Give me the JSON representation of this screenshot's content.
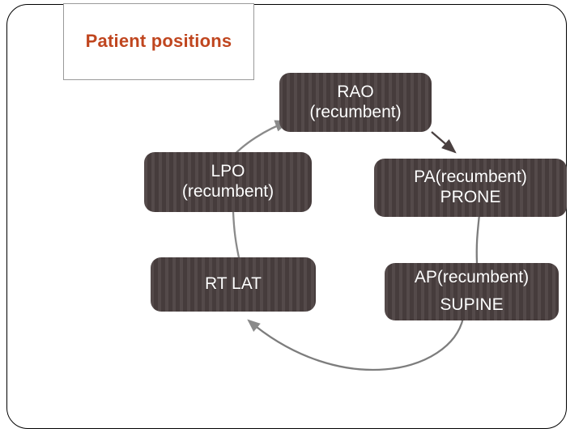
{
  "slide": {
    "title": "Patient positions",
    "title_lines": [
      "Patient",
      "positions"
    ],
    "title_color": "#c0461f",
    "frame_color": "#000000",
    "title_box_border_color": "#9a9a9a",
    "background": "#ffffff"
  },
  "diagram": {
    "type": "cycle",
    "node_fill": "#4b4141",
    "node_text_color": "#ffffff",
    "connector_color": "#808080",
    "nodes": [
      {
        "id": "rao",
        "name": "rao-node",
        "lines": [
          "RAO",
          "(recumbent)"
        ],
        "label": "RAO (recumbent)"
      },
      {
        "id": "lpo",
        "name": "lpo-node",
        "lines": [
          "LPO",
          "(recumbent)"
        ],
        "label": "LPO (recumbent)"
      },
      {
        "id": "pa",
        "name": "pa-node",
        "lines": [
          "PA(recumbent)",
          "PRONE"
        ],
        "label": "PA(recumbent) PRONE"
      },
      {
        "id": "rtlat",
        "name": "rt-lat-node",
        "lines": [
          "RT LAT"
        ],
        "label": "RT LAT"
      },
      {
        "id": "ap",
        "name": "ap-node",
        "lines": [
          "AP(recumbent)",
          "SUPINE"
        ],
        "label": "AP(recumbent) SUPINE"
      }
    ],
    "connectors": [
      {
        "from": "lpo",
        "to": "rao",
        "style": "curved-arrow"
      },
      {
        "from": "rao",
        "to": "pa",
        "style": "straight-arrow"
      },
      {
        "from": "pa",
        "to": "ap",
        "style": "straight-line"
      },
      {
        "from": "ap",
        "to": "rtlat",
        "style": "curved-arc"
      },
      {
        "from": "rtlat",
        "to": "lpo",
        "style": "straight-line"
      }
    ]
  }
}
